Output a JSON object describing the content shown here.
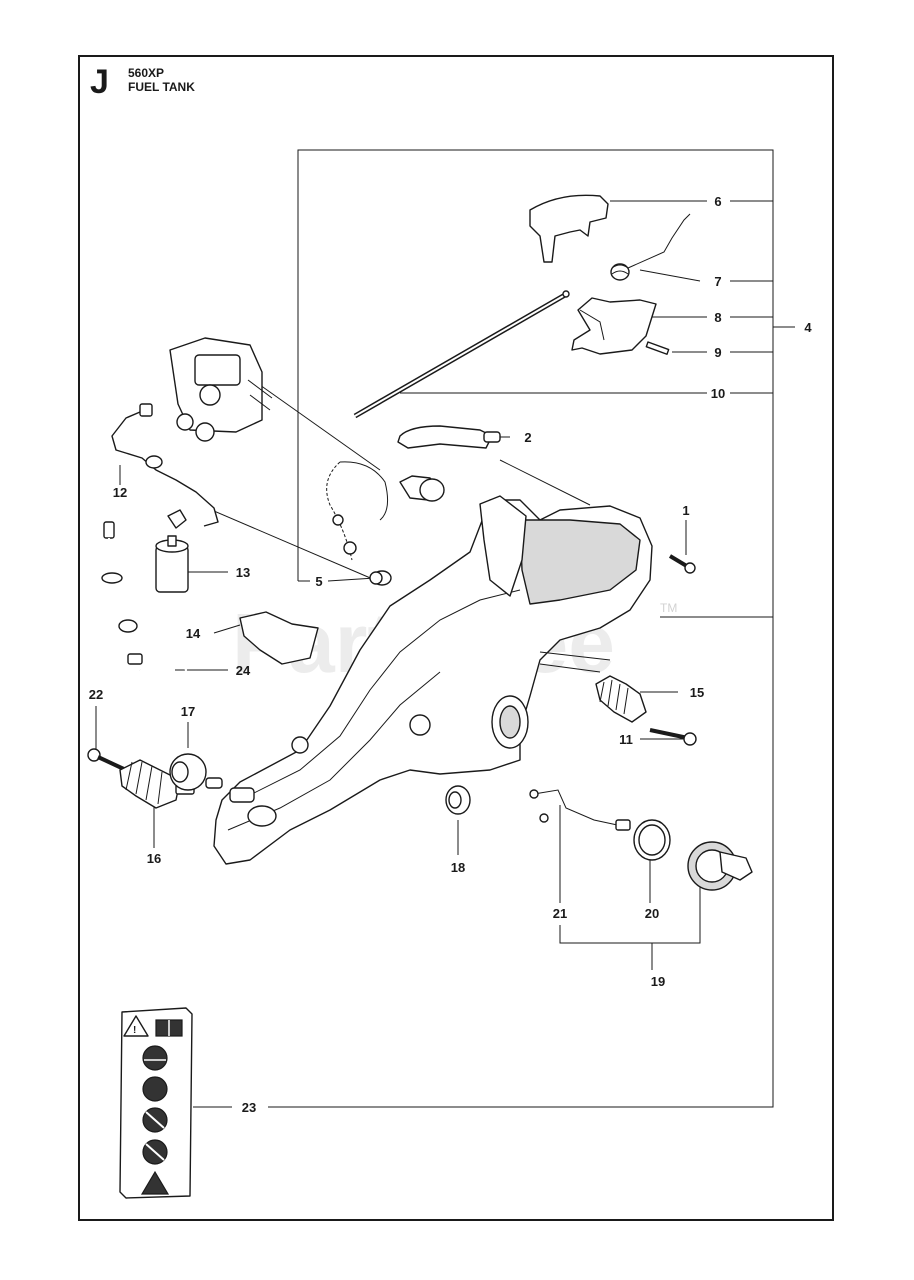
{
  "header": {
    "section_letter": "J",
    "model": "560XP",
    "title": "FUEL TANK"
  },
  "watermark": {
    "text": "PartsTree",
    "trademark": "TM"
  },
  "callouts": [
    {
      "id": "c1",
      "label": "1"
    },
    {
      "id": "c2",
      "label": "2"
    },
    {
      "id": "c4",
      "label": "4"
    },
    {
      "id": "c5",
      "label": "5"
    },
    {
      "id": "c6",
      "label": "6"
    },
    {
      "id": "c7",
      "label": "7"
    },
    {
      "id": "c8",
      "label": "8"
    },
    {
      "id": "c9",
      "label": "9"
    },
    {
      "id": "c10",
      "label": "10"
    },
    {
      "id": "c11",
      "label": "11"
    },
    {
      "id": "c12",
      "label": "12"
    },
    {
      "id": "c13",
      "label": "13"
    },
    {
      "id": "c14",
      "label": "14"
    },
    {
      "id": "c15",
      "label": "15"
    },
    {
      "id": "c16",
      "label": "16"
    },
    {
      "id": "c17",
      "label": "17"
    },
    {
      "id": "c18",
      "label": "18"
    },
    {
      "id": "c19",
      "label": "19"
    },
    {
      "id": "c20",
      "label": "20"
    },
    {
      "id": "c21",
      "label": "21"
    },
    {
      "id": "c22",
      "label": "22"
    },
    {
      "id": "c23",
      "label": "23"
    },
    {
      "id": "c24",
      "label": "24"
    }
  ],
  "colors": {
    "line": "#1a1a1a",
    "background": "#ffffff",
    "part_fill": "#ffffff",
    "shade": "#d9d9d9"
  },
  "icons": [
    "warning-triangle-icon",
    "manual-book-icon",
    "ear-eye-protection-icon",
    "hand-chain-icon",
    "no-one-handed-icon",
    "kickback-icon",
    "flame-warning-icon"
  ]
}
